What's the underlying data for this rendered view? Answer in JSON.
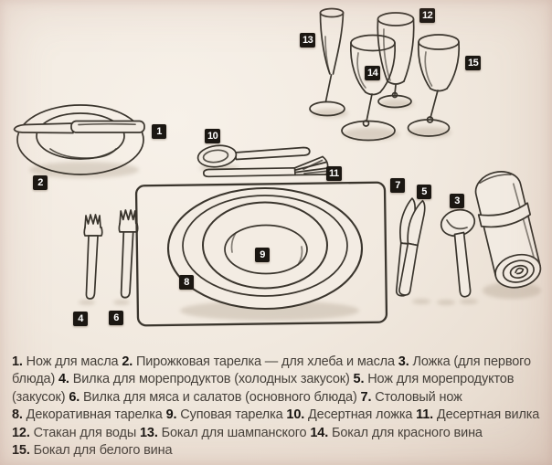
{
  "markers": [
    "1",
    "2",
    "3",
    "4",
    "5",
    "6",
    "7",
    "8",
    "9",
    "10",
    "11",
    "12",
    "13",
    "14",
    "15"
  ],
  "legend": {
    "items": [
      {
        "num": "1.",
        "text": "Нож для масла"
      },
      {
        "num": "2.",
        "text": "Пирожковая тарелка — для хлеба и масла"
      },
      {
        "num": "3.",
        "text": "Ложка (для первого блюда)"
      },
      {
        "num": "4.",
        "text": "Вилка для морепродуктов (холодных закусок)"
      },
      {
        "num": "5.",
        "text": "Нож для морепродуктов (закусок)"
      },
      {
        "num": "6.",
        "text": "Вилка для мяса и салатов (основного блюда)"
      },
      {
        "num": "7.",
        "text": "Столовый нож",
        "break_after": true
      },
      {
        "num": "8.",
        "text": "Декоративная тарелка"
      },
      {
        "num": "9.",
        "text": "Суповая тарелка"
      },
      {
        "num": "10.",
        "text": "Десертная ложка"
      },
      {
        "num": "11.",
        "text": "Десертная вилка",
        "break_after": true
      },
      {
        "num": "12.",
        "text": "Стакан для воды"
      },
      {
        "num": "13.",
        "text": "Бокал для шампанского"
      },
      {
        "num": "14.",
        "text": "Бокал для красного вина",
        "break_after": true
      },
      {
        "num": "15.",
        "text": "Бокал для белого вина"
      }
    ]
  },
  "diagram": {
    "objects": [
      "butter-knife",
      "bread-plate",
      "soup-spoon",
      "seafood-fork",
      "seafood-knife",
      "meat-fork",
      "table-knife",
      "decorative-plate",
      "soup-plate",
      "dessert-spoon",
      "dessert-fork",
      "water-glass",
      "champagne-glass",
      "red-wine-glass",
      "white-wine-glass",
      "placemat",
      "napkin-roll"
    ]
  },
  "colors": {
    "background": "#efe7dd",
    "line_art": "#3a352d",
    "marker_background": "#1b1712",
    "marker_text": "#ffffff",
    "legend_text": "#45403a"
  }
}
